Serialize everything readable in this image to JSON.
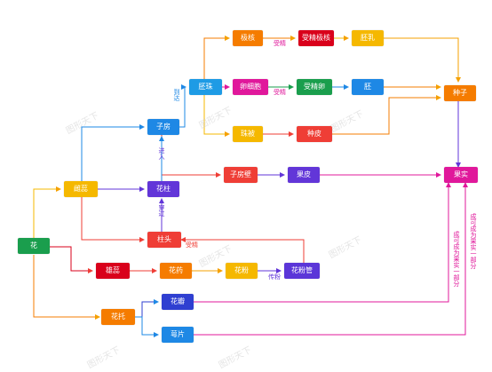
{
  "watermark": "图形天下",
  "nodes": {
    "hua": {
      "label": "花",
      "color": "#1a9e4d"
    },
    "cirui": {
      "label": "雌蕊",
      "color": "#f5b800"
    },
    "xiongrui": {
      "label": "雄蕊",
      "color": "#d9001b"
    },
    "huatuo": {
      "label": "花托",
      "color": "#f57c00"
    },
    "zifang": {
      "label": "子房",
      "color": "#1e88e5"
    },
    "huazhu": {
      "label": "花柱",
      "color": "#6236d8"
    },
    "zhutou": {
      "label": "柱头",
      "color": "#ef3e36"
    },
    "huayao": {
      "label": "花药",
      "color": "#f57c00"
    },
    "huafen": {
      "label": "花粉",
      "color": "#f5b800"
    },
    "huafenguan": {
      "label": "花粉管",
      "color": "#5b36d8"
    },
    "huaban": {
      "label": "花瓣",
      "color": "#2f3fd1"
    },
    "eopian": {
      "label": "萼片",
      "color": "#1e88e5"
    },
    "peizhu": {
      "label": "胚珠",
      "color": "#1e9be5"
    },
    "jihe": {
      "label": "极核",
      "color": "#f57c00"
    },
    "luanxibao": {
      "label": "卵细胞",
      "color": "#e0189b"
    },
    "zhubei": {
      "label": "珠被",
      "color": "#f5b800"
    },
    "shoujingjihe": {
      "label": "受精极核",
      "color": "#d9001b"
    },
    "shoujingluan": {
      "label": "受精卵",
      "color": "#1a9e4d"
    },
    "peiru": {
      "label": "胚乳",
      "color": "#f5b800"
    },
    "pei": {
      "label": "胚",
      "color": "#1e88e5"
    },
    "zhongpi": {
      "label": "种皮",
      "color": "#ef3e36"
    },
    "zhongzi": {
      "label": "种子",
      "color": "#f57c00"
    },
    "zifangbi": {
      "label": "子房壁",
      "color": "#ef3e36"
    },
    "guopi": {
      "label": "果皮",
      "color": "#6236d8"
    },
    "guoshi": {
      "label": "果实",
      "color": "#e0189b"
    }
  },
  "edge_labels": {
    "shoujing_a": "受精",
    "shoujing_b": "受精",
    "shoujing_c": "受精",
    "chuanfen": "传粉",
    "zeidian": "到达",
    "jinru": "进入",
    "chuanguo": "穿过",
    "guopi_eop1": "成可成为果实一部分",
    "guopi_eop2": "成可成为果实一部分"
  }
}
